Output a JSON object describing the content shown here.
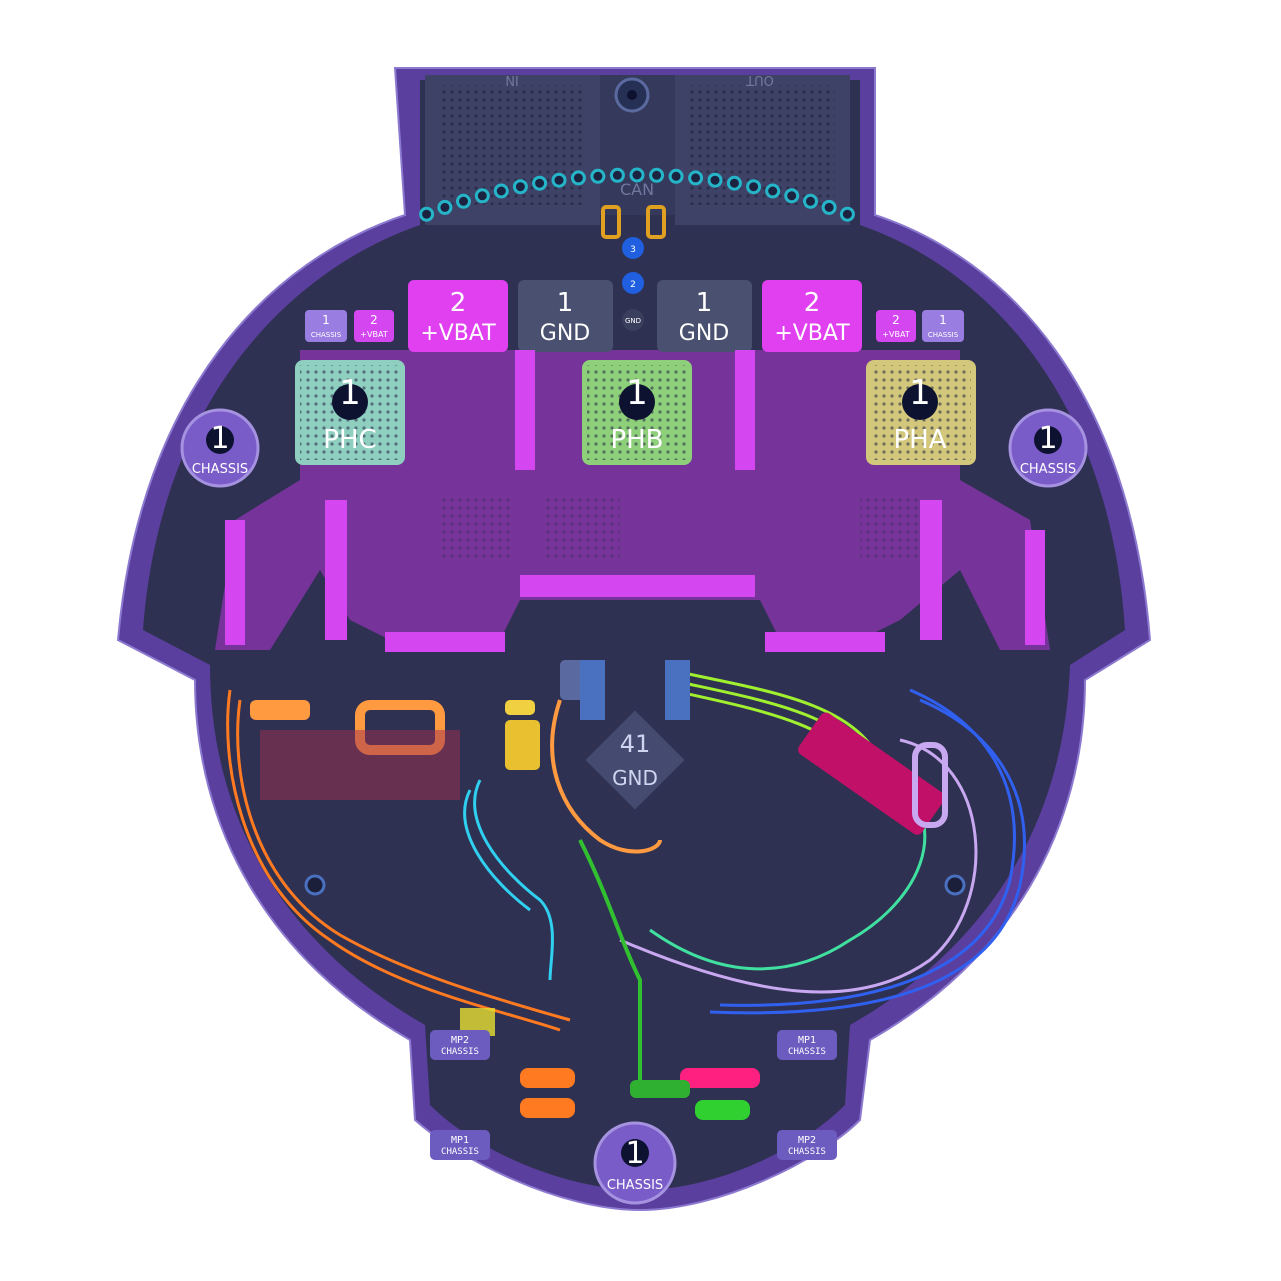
{
  "connector": {
    "in_label": "IN",
    "out_label": "OUT",
    "can_label": "CAN",
    "pin3": "3",
    "pin2": "2",
    "pin1_gnd": "GND"
  },
  "power_pads": [
    {
      "num": "2",
      "net": "+VBAT",
      "color": "#e040f0"
    },
    {
      "num": "1",
      "net": "GND",
      "color": "#4a5070"
    },
    {
      "num": "1",
      "net": "GND",
      "color": "#4a5070"
    },
    {
      "num": "2",
      "net": "+VBAT",
      "color": "#e040f0"
    }
  ],
  "small_pads": [
    {
      "num": "1",
      "net": "CHASSIS"
    },
    {
      "num": "2",
      "net": "+VBAT"
    },
    {
      "num": "2",
      "net": "+VBAT"
    },
    {
      "num": "1",
      "net": "CHASSIS"
    }
  ],
  "phase_pads": [
    {
      "num": "1",
      "net": "PHC",
      "color": "#8ecfc0",
      "sub": "PHC"
    },
    {
      "num": "1",
      "net": "PHB",
      "color": "#8ecf7a",
      "sub": "PHB"
    },
    {
      "num": "1",
      "net": "PHA",
      "color": "#d2c77a",
      "sub": "PHA"
    }
  ],
  "mount_holes": [
    {
      "num": "1",
      "net": "CHASSIS"
    },
    {
      "num": "1",
      "net": "CHASSIS"
    },
    {
      "num": "1",
      "net": "CHASSIS"
    }
  ],
  "center_pad": {
    "num": "41",
    "net": "GND"
  },
  "mp_pads": [
    {
      "num": "MP2",
      "net": "CHASSIS"
    },
    {
      "num": "MP1",
      "net": "CHASSIS"
    },
    {
      "num": "MP1",
      "net": "CHASSIS"
    },
    {
      "num": "MP2",
      "net": "CHASSIS"
    }
  ],
  "colors": {
    "board": "#5a3f9a",
    "board_inner": "#2d2f4e",
    "vbat": "#e040f0",
    "via_ring": "#26b4c8"
  }
}
